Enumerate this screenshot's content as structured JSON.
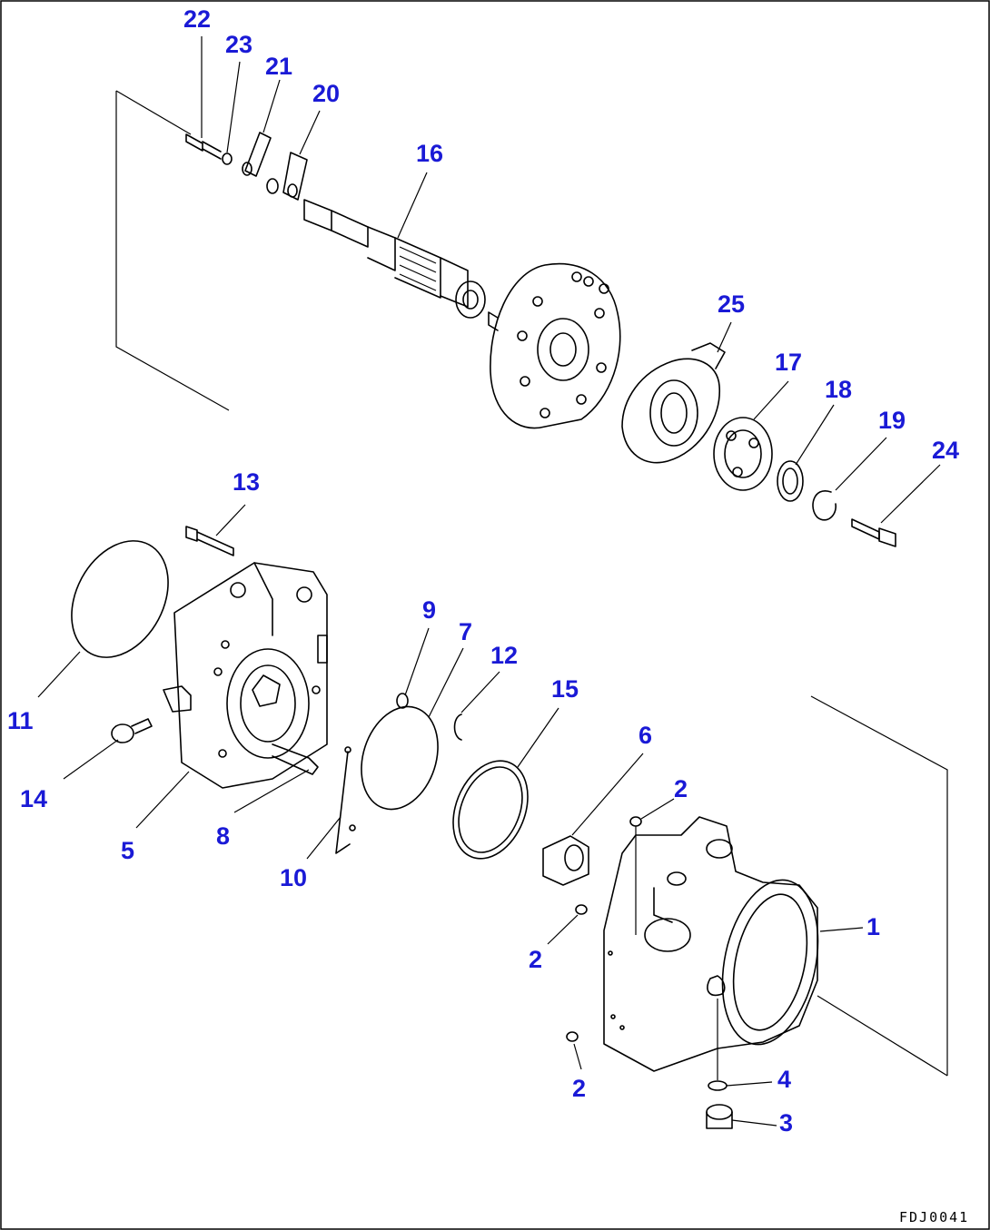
{
  "callouts": [
    {
      "id": "22",
      "label": "22"
    },
    {
      "id": "23",
      "label": "23"
    },
    {
      "id": "21",
      "label": "21"
    },
    {
      "id": "20",
      "label": "20"
    },
    {
      "id": "16",
      "label": "16"
    },
    {
      "id": "25",
      "label": "25"
    },
    {
      "id": "17",
      "label": "17"
    },
    {
      "id": "18",
      "label": "18"
    },
    {
      "id": "19",
      "label": "19"
    },
    {
      "id": "24",
      "label": "24"
    },
    {
      "id": "13",
      "label": "13"
    },
    {
      "id": "9",
      "label": "9"
    },
    {
      "id": "7",
      "label": "7"
    },
    {
      "id": "12",
      "label": "12"
    },
    {
      "id": "15",
      "label": "15"
    },
    {
      "id": "6",
      "label": "6"
    },
    {
      "id": "11",
      "label": "11"
    },
    {
      "id": "14",
      "label": "14"
    },
    {
      "id": "5",
      "label": "5"
    },
    {
      "id": "8",
      "label": "8"
    },
    {
      "id": "10",
      "label": "10"
    },
    {
      "id": "2a",
      "label": "2"
    },
    {
      "id": "2b",
      "label": "2"
    },
    {
      "id": "2c",
      "label": "2"
    },
    {
      "id": "1",
      "label": "1"
    },
    {
      "id": "4",
      "label": "4"
    },
    {
      "id": "3",
      "label": "3"
    }
  ],
  "drawing_code": "FDJ0041"
}
